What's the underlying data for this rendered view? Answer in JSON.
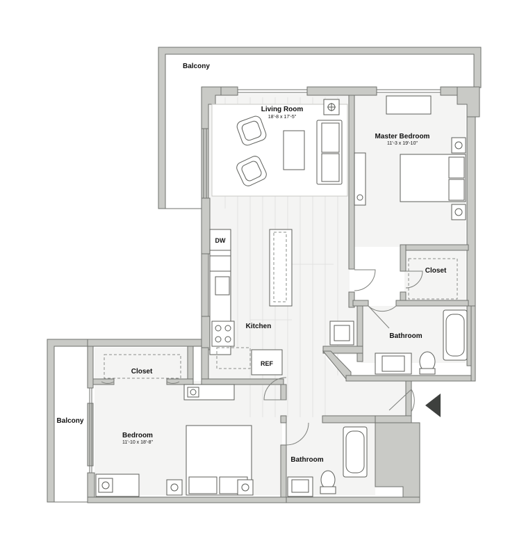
{
  "rooms": {
    "balcony_top": "Balcony",
    "living_room": "Living Room",
    "living_room_dim": "18'-8 x 17'-5\"",
    "master_bedroom": "Master Bedroom",
    "master_bedroom_dim": "11'-3 x 19'-10\"",
    "closet_master": "Closet",
    "kitchen": "Kitchen",
    "bathroom_master": "Bathroom",
    "closet_bedroom": "Closet",
    "balcony_left": "Balcony",
    "bedroom": "Bedroom",
    "bedroom_dim": "11'-10 x 18'-8\"",
    "bathroom_second": "Bathroom"
  },
  "fixtures": {
    "dishwasher": "DW",
    "refrigerator": "REF"
  },
  "colors": {
    "wall": "#c9cac6",
    "wall_outline": "#6f716d",
    "entry_marker": "#3e403e",
    "floor": "#f4f4f3"
  },
  "icons": {
    "entry_marker": "entry-arrow-icon"
  }
}
